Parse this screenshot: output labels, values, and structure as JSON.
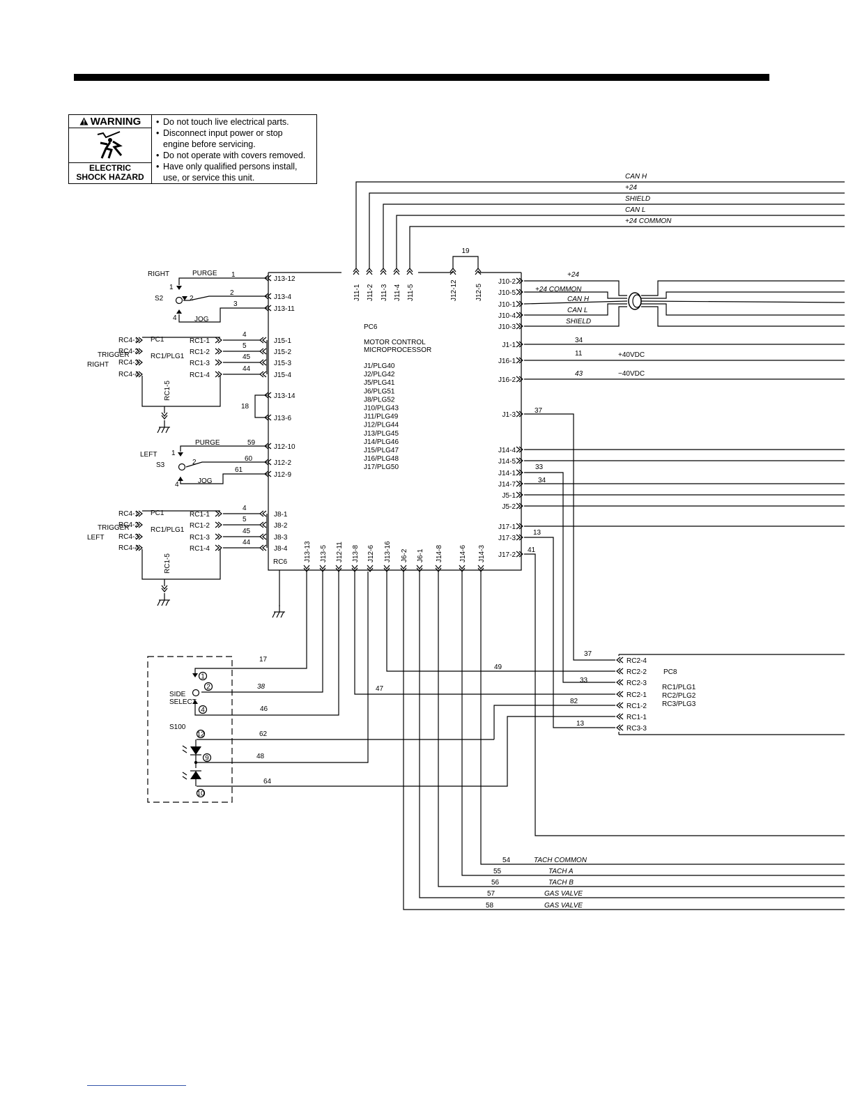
{
  "warning": {
    "title": "WARNING",
    "hazard_line1": "ELECTRIC",
    "hazard_line2": "SHOCK HAZARD",
    "items": [
      "Do not touch live electrical parts.",
      "Disconnect input power or stop",
      "engine before servicing.",
      "Do not operate with covers removed.",
      "Have only qualified persons install,",
      "use, or service this unit."
    ]
  },
  "bus": {
    "labels": [
      "CAN H",
      "+24",
      "SHIELD",
      "CAN L",
      "+24  COMMON"
    ],
    "pins": [
      "J11-1",
      "J11-2",
      "J11-3",
      "J11-4",
      "J11-5"
    ]
  },
  "jumper19": {
    "label": "19",
    "pins": [
      "J12-12",
      "J12-5"
    ]
  },
  "pc6": {
    "labels": [
      "PC6",
      "MOTOR  CONTROL",
      "MICROPROCESSOR"
    ],
    "plugs": [
      "J1/PLG40",
      "J2/PLG42",
      "J5/PLG41",
      "J6/PLG51",
      "J8/PLG52",
      "J10/PLG43",
      "J11/PLG49",
      "J12/PLG44",
      "J13/PLG45",
      "J14/PLG46",
      "J15/PLG47",
      "J16/PLG48",
      "J17/PLG50"
    ]
  },
  "right_side": {
    "pins": [
      "J10-2",
      "J10-5",
      "J10-1",
      "J10-4",
      "J10-3",
      "J1-1",
      "J16-1",
      "J16-2",
      "J1-3",
      "J14-4",
      "J14-5",
      "J14-1",
      "J14-7",
      "J5-1",
      "J5-2",
      "J17-1",
      "J17-3",
      "J17-2"
    ],
    "labels": [
      "+24",
      "+24  COMMON",
      "CAN  H",
      "CAN  L",
      "SHIELD"
    ],
    "wires": [
      "34",
      "11",
      "43",
      "37",
      "33",
      "34",
      "13",
      "41"
    ],
    "voltages": [
      "+40VDC",
      "−40VDC"
    ]
  },
  "right_switch": {
    "labels": [
      "RIGHT",
      "PURGE",
      "JOG",
      "S2"
    ],
    "nums": [
      "1",
      "2",
      "4"
    ],
    "wires": [
      "1",
      "2",
      "3"
    ],
    "pins": [
      "J13-12",
      "J13-4",
      "J13-11"
    ]
  },
  "right_trigger": {
    "labels": [
      "TRIGGER",
      "RIGHT",
      "PC1",
      "RC1/PLG1",
      "RC1-5"
    ],
    "rc4": [
      "RC4-1",
      "RC4-2",
      "RC4-3",
      "RC4-4"
    ],
    "rc1": [
      "RC1-1",
      "RC1-2",
      "RC1-3",
      "RC1-4"
    ],
    "wires": [
      "4",
      "5",
      "45",
      "44"
    ],
    "pins": [
      "J15-1",
      "J15-2",
      "J15-3",
      "J15-4"
    ]
  },
  "jumper18": {
    "label": "18",
    "pins": [
      "J13-14",
      "J13-6"
    ]
  },
  "left_switch": {
    "labels": [
      "LEFT",
      "PURGE",
      "JOG",
      "S3"
    ],
    "nums": [
      "1",
      "2",
      "4"
    ],
    "wires": [
      "59",
      "60",
      "61"
    ],
    "pins": [
      "J12-10",
      "J12-2",
      "J12-9"
    ]
  },
  "left_trigger": {
    "labels": [
      "TRIGGER",
      "LEFT",
      "PC1",
      "RC1/PLG1",
      "RC1-5"
    ],
    "rc4": [
      "RC4-1",
      "RC4-2",
      "RC4-3",
      "RC4-4"
    ],
    "rc1": [
      "RC1-1",
      "RC1-2",
      "RC1-3",
      "RC1-4"
    ],
    "wires": [
      "4",
      "5",
      "45",
      "44"
    ],
    "pins": [
      "J8-1",
      "J8-2",
      "J8-3",
      "J8-4"
    ]
  },
  "rc6": "RC6",
  "bottom_pins": [
    "J13-13",
    "J13-5",
    "J12-11",
    "J13-8",
    "J12-6",
    "J13-16",
    "J6-2",
    "J6-1",
    "J14-8",
    "J14-6",
    "J14-3"
  ],
  "side_select": {
    "labels": [
      "SIDE",
      "SELECT",
      "S100"
    ],
    "pins": [
      "1",
      "2",
      "4",
      "12",
      "9",
      "10"
    ],
    "wires": [
      "17",
      "38",
      "46",
      "62",
      "48",
      "64"
    ]
  },
  "pc8": {
    "labels": [
      "PC8",
      "RC1/PLG1",
      "RC2/PLG2",
      "RC3/PLG3"
    ],
    "pins": [
      "RC2-4",
      "RC2-2",
      "RC2-3",
      "RC2-1",
      "RC1-2",
      "RC1-1",
      "RC3-3"
    ],
    "wires": [
      "37",
      "49",
      "33",
      "47",
      "82",
      "13"
    ]
  },
  "bottom_wires": {
    "nums": [
      "54",
      "55",
      "56",
      "57",
      "58"
    ],
    "labels": [
      "TACH  COMMON",
      "TACH  A",
      "TACH  B",
      "GAS  VALVE",
      "GAS  VALVE"
    ]
  }
}
